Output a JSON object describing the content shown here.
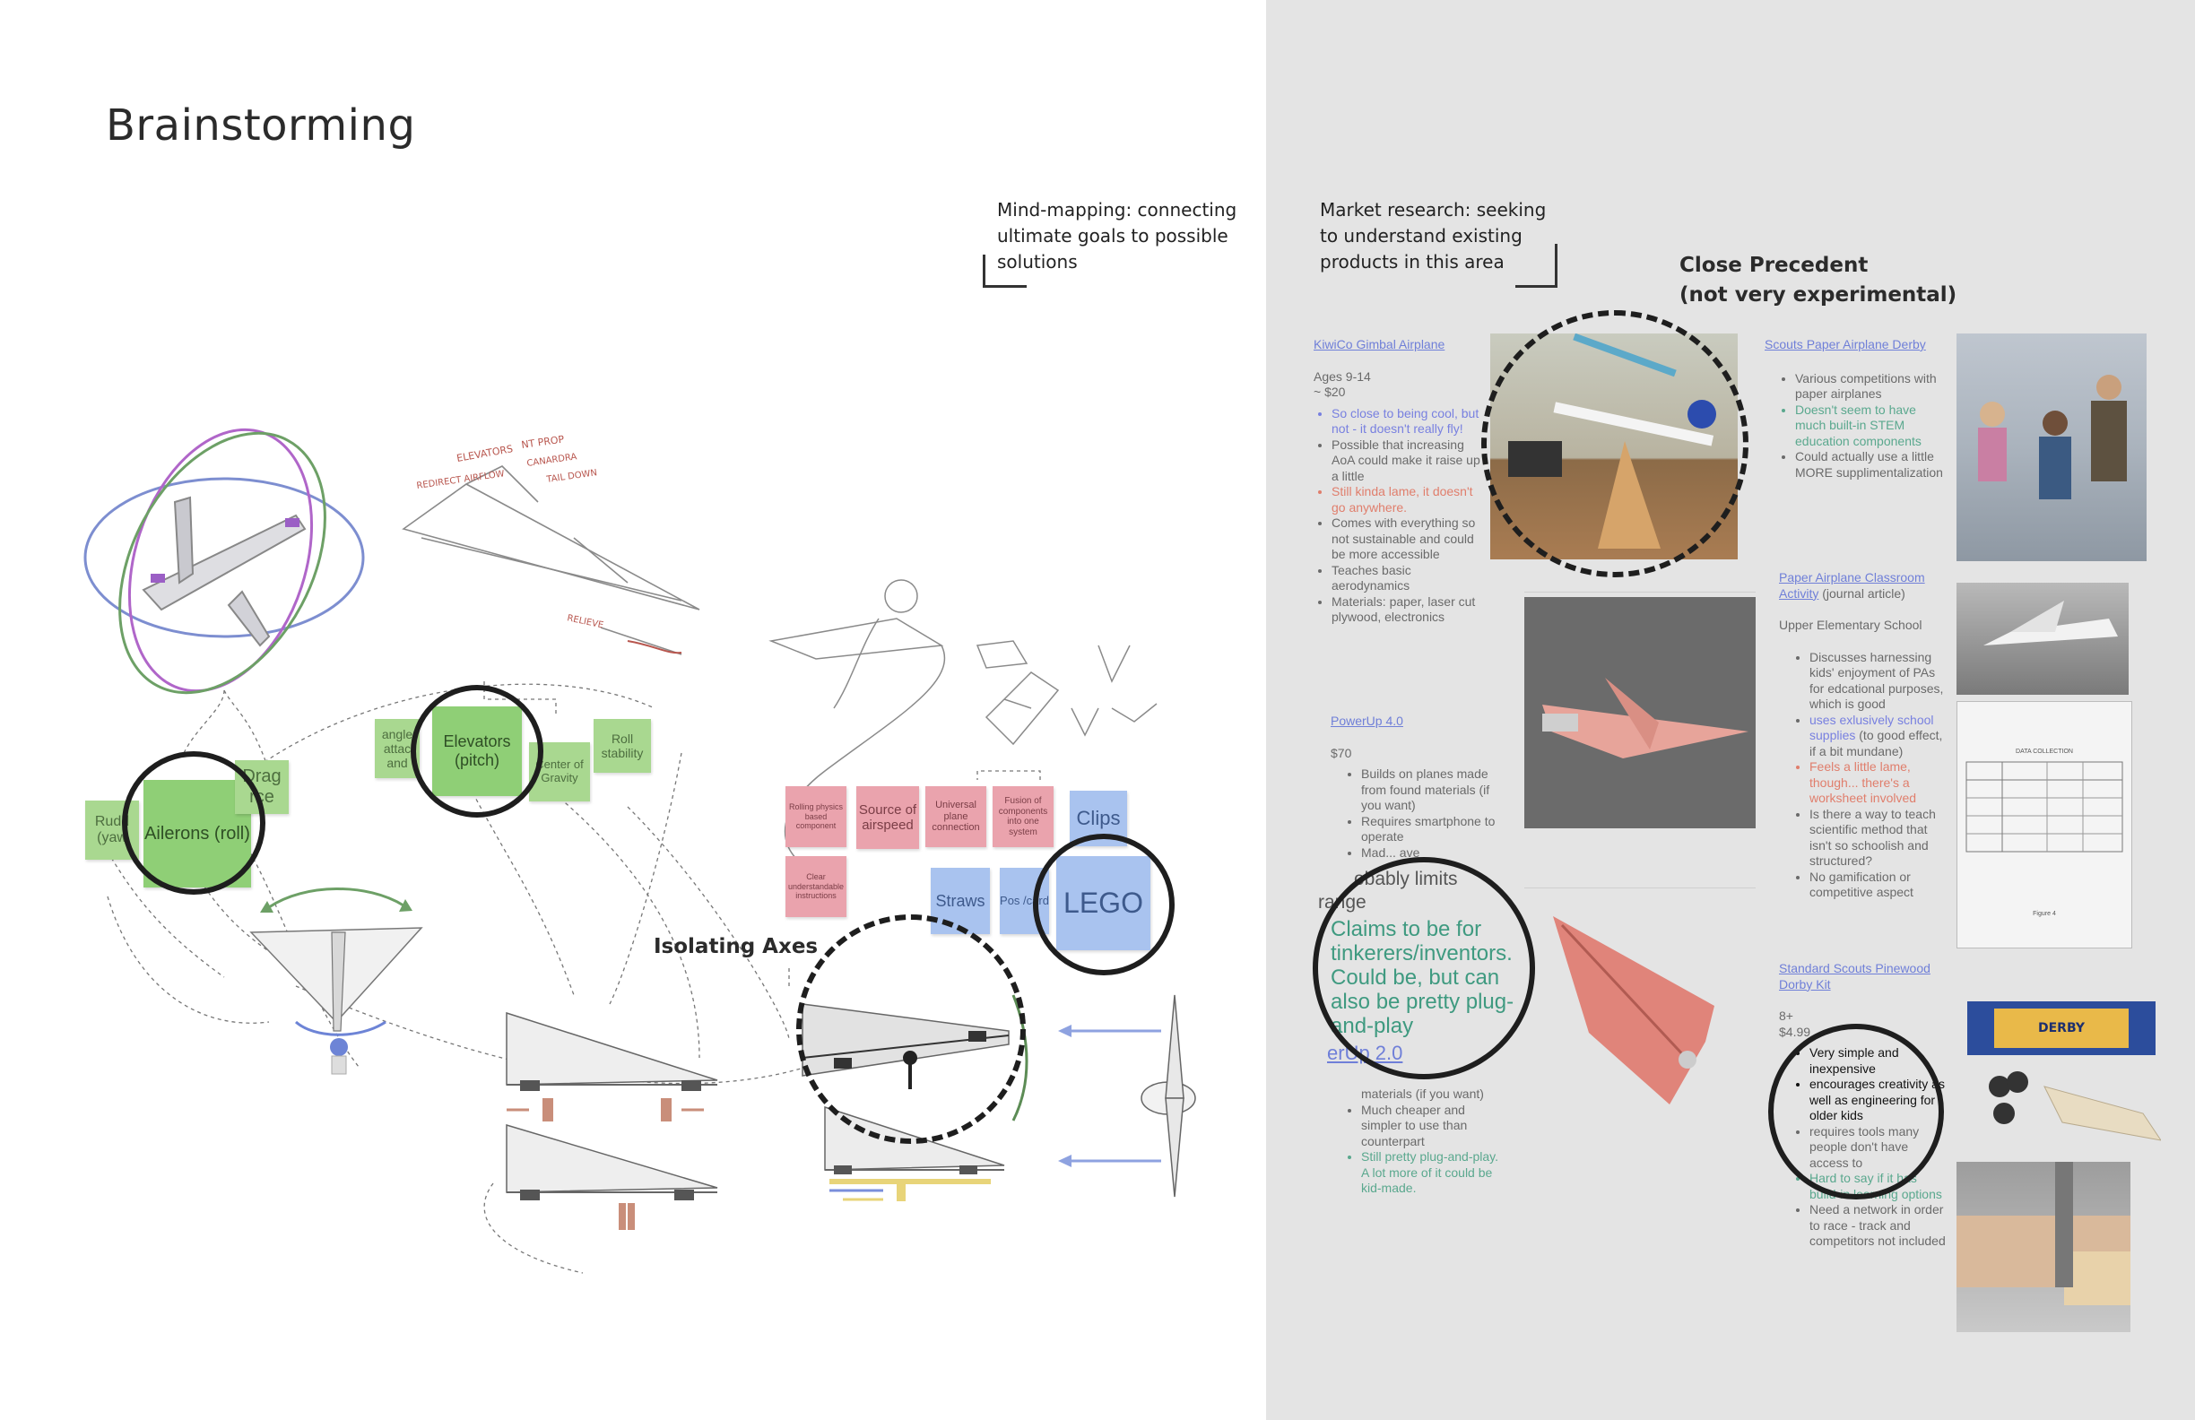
{
  "page": {
    "title": "Brainstorming",
    "captions": {
      "mindmap": "Mind-mapping: connecting ultimate goals to possible solutions",
      "market": "Market research: seeking to understand existing products in this area"
    },
    "headings": {
      "close_precedent_1": "Close Precedent",
      "close_precedent_2": "(not very experimental)",
      "isolating_axes": "Isolating Axes"
    }
  },
  "sketch_labels": {
    "elevators": "ELEVATORS",
    "redirect_airflow": "REDIRECT AIRFLOW",
    "nt_prop": "NT PROP",
    "canard": "CANARDRA",
    "tail_down": "TAIL DOWN",
    "relieve": "RELIEVE"
  },
  "stickies": {
    "rudder": "Rudd (yaw",
    "ailerons": "Ailerons (roll)",
    "drag_force": "Drag rce",
    "angle_attack": "angle attac and",
    "elevators": "Elevators (pitch)",
    "center_gravity": "Center of Gravity",
    "roll_stability": "Roll stability",
    "rolling_physics": "Rolling physics based component",
    "source_airspeed": "Source of airspeed",
    "universal_plane": "Universal plane connection",
    "fusion": "Fusion of components into one system",
    "clear_understandable": "Clear understandable instructions",
    "clips": "Clips",
    "straws": "Straws",
    "cards": "Pos /card",
    "lego": "LEGO"
  },
  "market": {
    "kiwico": {
      "link": "KiwiCo Gimbal Airplane",
      "ages": "Ages 9-14",
      "price": "~ $20",
      "bullets": [
        {
          "text": "So close to being cool, but not - it doesn't really fly!",
          "tone": "lb"
        },
        {
          "text": "Possible that increasing AoA could make it raise up a little",
          "tone": "n"
        },
        {
          "text": "Still kinda lame, it doesn't go anywhere.",
          "tone": "rd"
        },
        {
          "text": "Comes with everything so not sustainable and could be more accessible",
          "tone": "n"
        },
        {
          "text": "Teaches basic aerodynamics",
          "tone": "n"
        },
        {
          "text": "Materials: paper, laser cut plywood, electronics",
          "tone": "n"
        }
      ]
    },
    "powerup": {
      "link": "PowerUp 4.0",
      "price": "$70",
      "bullets": [
        {
          "text": "Builds on planes made from found materials (if you want)",
          "tone": "n"
        },
        {
          "text": "Requires smartphone to operate",
          "tone": "n"
        },
        {
          "text": "Mad... ave",
          "tone": "n"
        }
      ],
      "overlay": [
        "obably limits",
        "range"
      ],
      "claims": "Claims to be for tinkerers/inventors. Could be, but can also be pretty plug-and-play",
      "link2": "erUp 2.0",
      "bullets2": [
        {
          "text": "materials (if you want)",
          "tone": "n"
        },
        {
          "text": "Much cheaper and simpler to use than counterpart",
          "tone": "n"
        },
        {
          "text": "Still pretty plug-and-play. A lot more of it could be kid-made.",
          "tone": "gr"
        }
      ]
    },
    "scouts": {
      "link": "Scouts Paper Airplane Derby",
      "bullets": [
        {
          "text": "Various competitions with paper airplanes",
          "tone": "n"
        },
        {
          "text": "Doesn't seem to have much built-in STEM education components",
          "tone": "gr"
        },
        {
          "text": "Could actually use a little MORE supplimentalization",
          "tone": "n"
        }
      ]
    },
    "classroom": {
      "link": "Paper Airplane Classroom Activity",
      "suffix": "(journal article)",
      "level": "Upper Elementary School",
      "bullets": [
        {
          "text": "Discusses harnessing kids' enjoyment of PAs for edcational purposes, which is good",
          "tone": "n"
        },
        {
          "text": "uses exlusively school supplies",
          "tone": "lb",
          "tail": " (to good effect, if a bit mundane)"
        },
        {
          "text": "Feels a little lame, though... there's a worksheet involved",
          "tone": "rd"
        },
        {
          "text": "Is there a way to teach scientific method that isn't so schoolish and structured?",
          "tone": "n"
        },
        {
          "text": "No gamification or competitive aspect",
          "tone": "n"
        }
      ]
    },
    "derby": {
      "link": "Standard Scouts Pinewood Dorby Kit",
      "ages": "8+",
      "price": "$4.99",
      "bullets": [
        {
          "text": "Very simple and inexpensive",
          "tone": "k"
        },
        {
          "text": "encourages creativity as well as engineering for older kids",
          "tone": "k"
        },
        {
          "text": "requires tools many people don't have access to",
          "tone": "n"
        },
        {
          "text": "Hard to say if it has build-in learning options",
          "tone": "gr"
        },
        {
          "text": "Need a network in order to race - track and competitors not included",
          "tone": "n"
        }
      ]
    },
    "worksheet": {
      "header": "DATA COLLECTION",
      "figure": "Figure 4"
    },
    "box_label": "DERBY"
  },
  "colors": {
    "panel_bg": "#e4e4e4",
    "sticky_green": "#a9d890",
    "sticky_pink": "#eaa3ad",
    "sticky_blue": "#a9c3ef",
    "link_blue": "#6f7fd8",
    "note_green": "#5aa88e",
    "note_red": "#e07e6c"
  }
}
